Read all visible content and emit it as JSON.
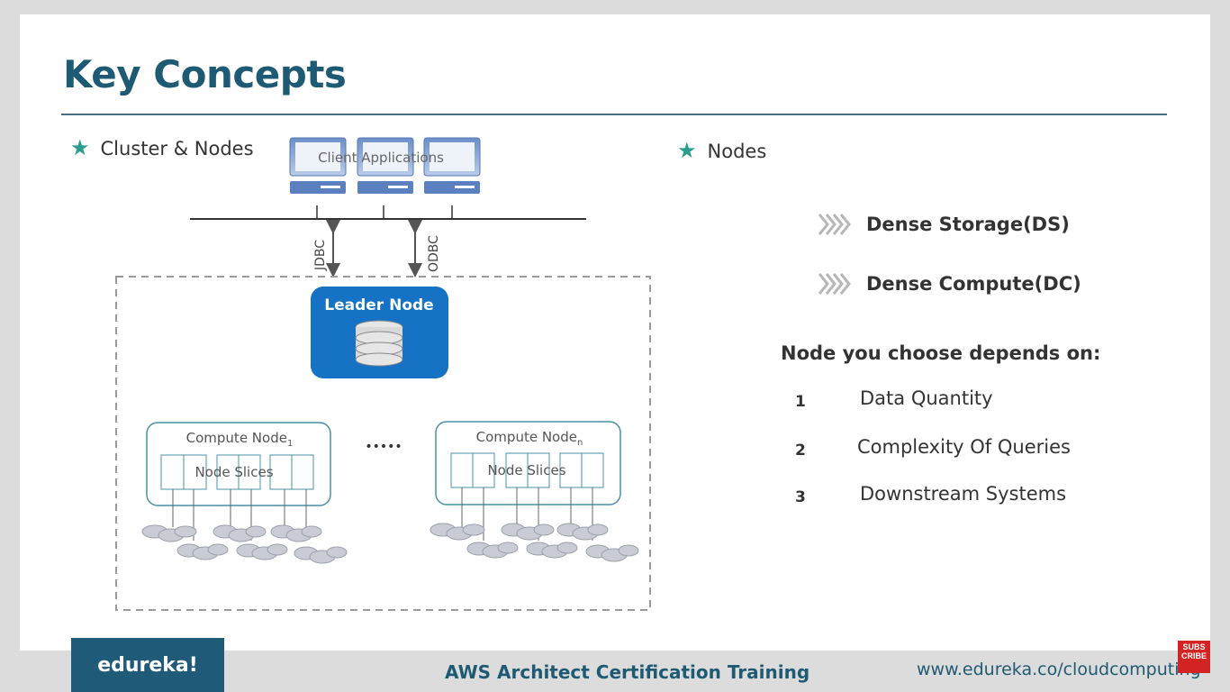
{
  "slide": {
    "title": "Key Concepts",
    "left_bullet": "Cluster & Nodes",
    "right_bullet": "Nodes",
    "node_types": [
      "Dense Storage(DS)",
      "Dense Compute(DC)"
    ],
    "depends_heading": "Node you choose depends on:",
    "factors": [
      {
        "num": "1",
        "label": "Data Quantity"
      },
      {
        "num": "2",
        "label": "Complexity Of Queries"
      },
      {
        "num": "3",
        "label": "Downstream Systems"
      }
    ]
  },
  "diagram": {
    "client_label": "Client Applications",
    "jdbc": "JDBC",
    "odbc": "ODBC",
    "leader_label": "Leader Node",
    "compute1_label": "Compute Node",
    "compute1_sub": "1",
    "computen_label": "Compute Node",
    "computen_sub": "n",
    "slices_label": "Node Slices",
    "ellipsis": "•••••"
  },
  "footer": {
    "brand": "edureka!",
    "course": "AWS Architect Certification Training",
    "url": "www.edureka.co/cloudcomputing",
    "subscribe": "SUBS CRIBE"
  },
  "colors": {
    "title": "#1e5a73",
    "accent_star": "#2a9d8f",
    "leader_box": "#1572c4",
    "brand_bg": "#1f5b79"
  }
}
